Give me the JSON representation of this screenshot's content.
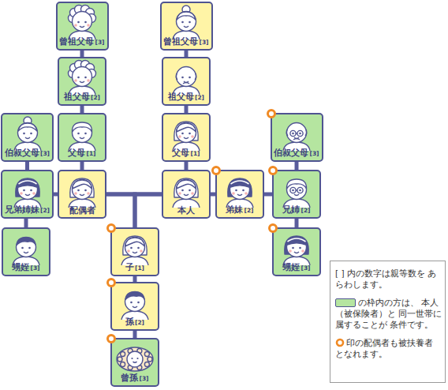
{
  "diagram": {
    "nodes": [
      {
        "text": [
          "曾祖父母",
          "[3]"
        ]
      },
      {
        "text": [
          "曾祖父母",
          "[3]"
        ]
      },
      {
        "text": [
          "祖父母",
          "[2]"
        ]
      },
      {
        "text": [
          "祖父母",
          "[2]"
        ]
      },
      {
        "text": [
          "伯叔父母",
          "[3]"
        ]
      },
      {
        "text": [
          "父母",
          "[1]"
        ]
      },
      {
        "text": [
          "父母",
          "[1]"
        ]
      },
      {
        "text": [
          "伯叔父母",
          "[3]"
        ]
      },
      {
        "text": [
          "兄弟姉妹",
          "[2]"
        ]
      },
      {
        "text": [
          "配偶者"
        ]
      },
      {
        "text": [
          "本人"
        ]
      },
      {
        "text": [
          "弟妹",
          "[2]"
        ]
      },
      {
        "text": [
          "兄姉",
          "[2]"
        ]
      },
      {
        "text": [
          "甥姪",
          "[3]"
        ]
      },
      {
        "text": [
          "子",
          "[1]"
        ]
      },
      {
        "text": [
          "甥姪",
          "[3]"
        ]
      },
      {
        "text": [
          "孫",
          "[2]"
        ]
      },
      {
        "text": [
          "曾孫",
          "[3]"
        ]
      }
    ],
    "edges": [
      {
        "from": 0,
        "to": 2,
        "arrow": "none"
      },
      {
        "from": 2,
        "to": 5,
        "arrow": "none"
      },
      {
        "from": 5,
        "to": 9,
        "arrow": "none"
      },
      {
        "from": 1,
        "to": 3,
        "arrow": "none"
      },
      {
        "from": 3,
        "to": 6,
        "arrow": "none"
      },
      {
        "from": 6,
        "to": 10,
        "arrow": "none"
      },
      {
        "from": 4,
        "to": 8,
        "arrow": "none"
      },
      {
        "from": 8,
        "to": 13,
        "arrow": "none"
      },
      {
        "from": 8,
        "to": 9,
        "arrow": "none"
      },
      {
        "from": 9,
        "to": 10,
        "arrow": "none"
      },
      {
        "from": 9,
        "to": 14,
        "arrow": "none"
      },
      {
        "from": 10,
        "to": 14,
        "arrow": "none"
      },
      {
        "from": 14,
        "to": 16,
        "arrow": "none"
      },
      {
        "from": 16,
        "to": 17,
        "arrow": "none"
      },
      {
        "from": 10,
        "to": 11,
        "arrow": "none"
      },
      {
        "from": 11,
        "to": 12,
        "arrow": "none"
      },
      {
        "from": 7,
        "to": 12,
        "arrow": "none"
      },
      {
        "from": 12,
        "to": 15,
        "arrow": "none"
      }
    ],
    "labels": [
      "[ ] 内の数字は親等数を あらわします。"
    ],
    "legend": [
      {
        "text": "の枠内の方は、 本人（被保険者）と 同一世帯に属することが 条件です。",
        "color": "#b5e5a0"
      },
      {
        "text": "印の配偶者も被扶養者 となれます。"
      }
    ]
  }
}
